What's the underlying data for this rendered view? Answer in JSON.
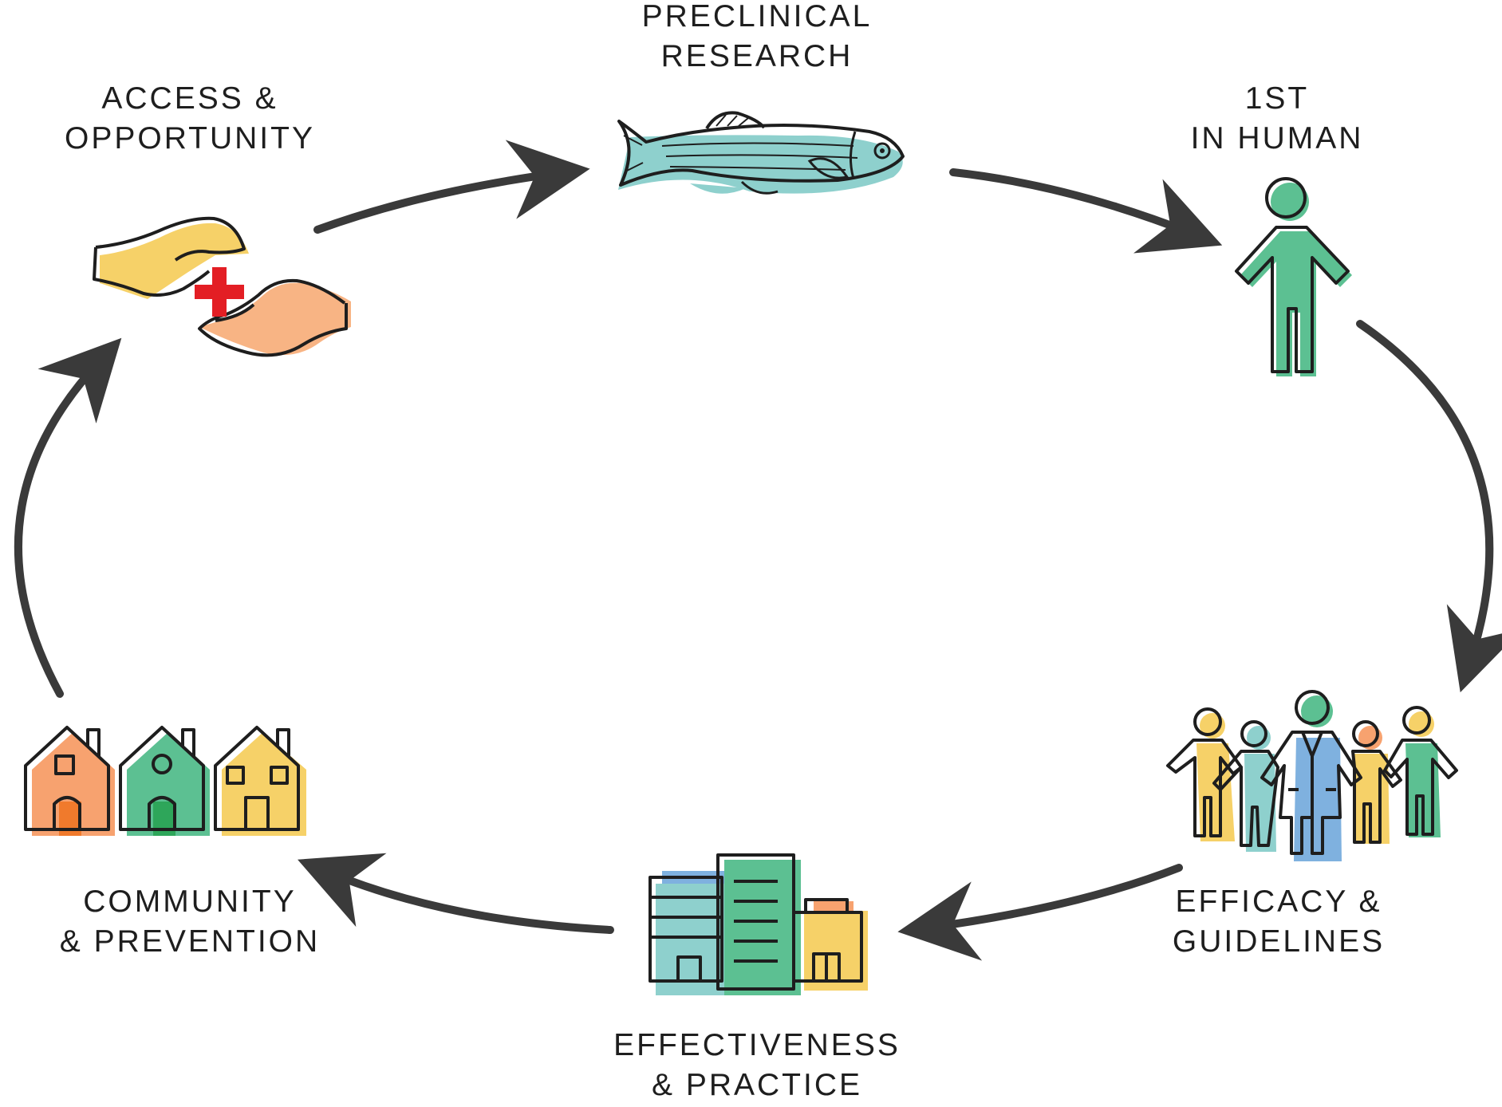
{
  "colors": {
    "outline": "#1e1e1e",
    "arrow": "#3a3a3a",
    "teal": "#8ed0cd",
    "green": "#5cc092",
    "yellow": "#f6d168",
    "orange": "#f7a26f",
    "skin": "#f8b484",
    "red_cross": "#e31e24",
    "blue": "#7fb1df"
  },
  "stages": [
    {
      "id": "preclinical",
      "label_lines": [
        "PRECLINICAL",
        "RESEARCH"
      ],
      "icon": "zebrafish-icon"
    },
    {
      "id": "first_in_human",
      "label_lines": [
        "1ST",
        "IN HUMAN"
      ],
      "icon": "person-icon"
    },
    {
      "id": "efficacy",
      "label_lines": [
        "EFFICACY &",
        "GUIDELINES"
      ],
      "icon": "group-with-doctor-icon"
    },
    {
      "id": "effectiveness",
      "label_lines": [
        "EFFECTIVENESS",
        "& PRACTICE"
      ],
      "icon": "hospital-buildings-icon"
    },
    {
      "id": "community",
      "label_lines": [
        "COMMUNITY",
        "& PREVENTION"
      ],
      "icon": "houses-icon"
    },
    {
      "id": "access",
      "label_lines": [
        "ACCESS &",
        "OPPORTUNITY"
      ],
      "icon": "hands-medical-cross-icon"
    }
  ]
}
